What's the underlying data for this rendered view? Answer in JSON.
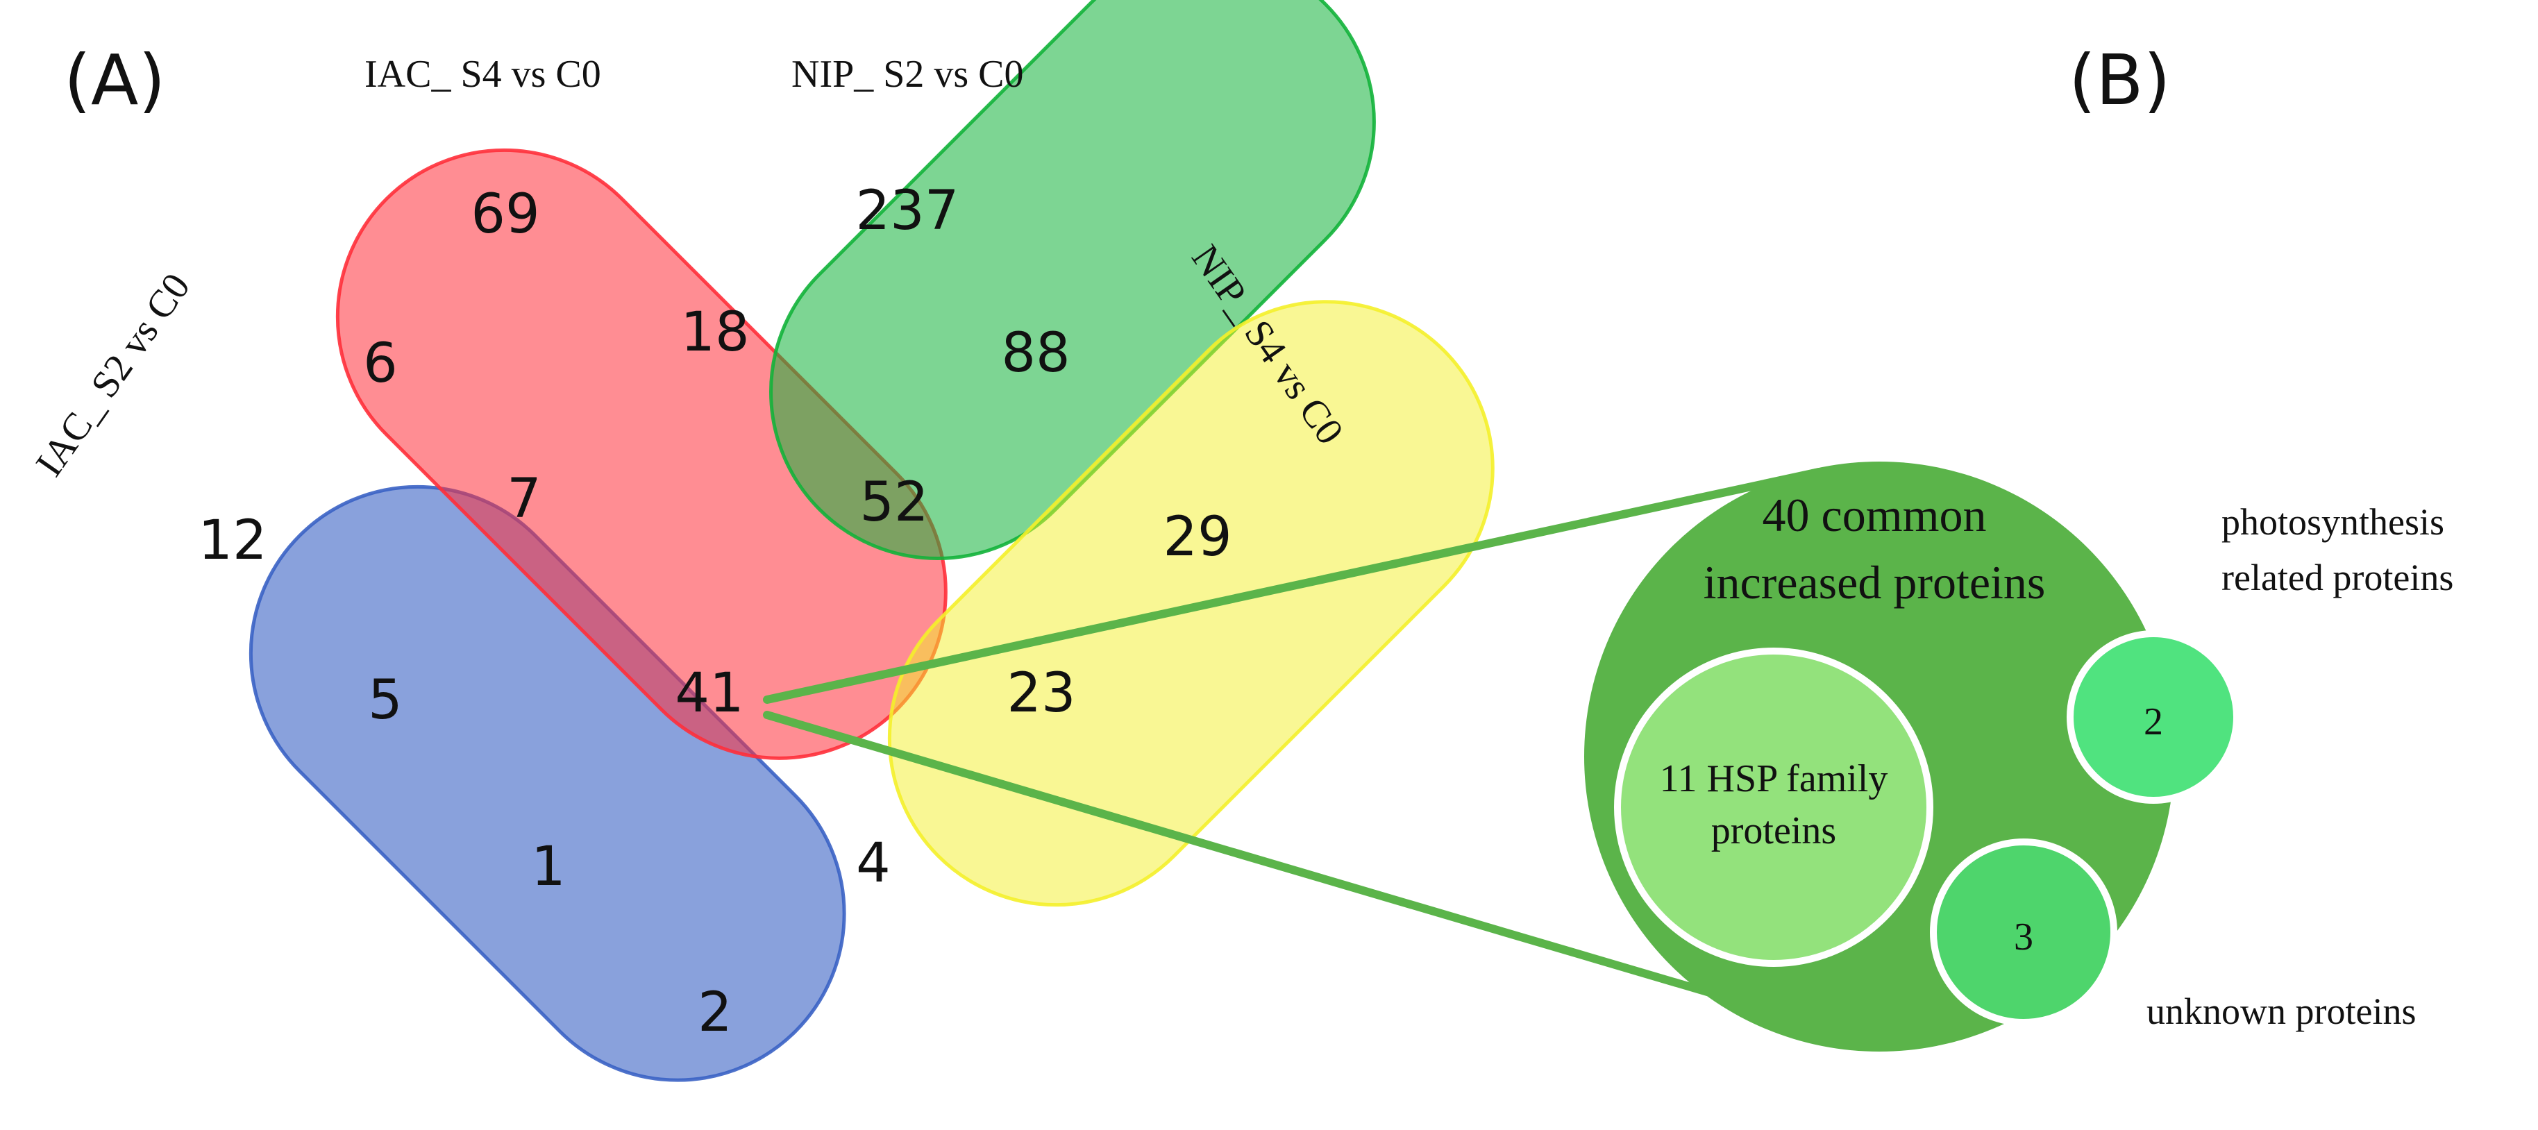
{
  "panels": {
    "a": "(A)",
    "b": "(B)"
  },
  "venn": {
    "set_labels": {
      "iac_s2": "IAC_ S2 vs C0",
      "iac_s4": "IAC_ S4 vs C0",
      "nip_s2": "NIP_ S2 vs C0",
      "nip_s4": "NIP_ S4 vs C0"
    },
    "colors": {
      "iac_s2": "#3a62c4",
      "iac_s4": "#ff2f3a",
      "nip_s2": "#12b33a",
      "nip_s4": "#f4f02a"
    },
    "counts": {
      "iac_s4_only": "69",
      "nip_s2_only": "237",
      "iac_s2_s4": "6",
      "iac_s4_nip_s2": "18",
      "nip_s2_s4": "88",
      "iac_s2_only": "12",
      "iac_s2_s4_nip_s2": "7",
      "iac_s4_nip_s2_s4": "52",
      "nip_s4_only": "29",
      "iac_s2_nip_s2": "5",
      "all_four": "41",
      "iac_s4_nip_s4": "23",
      "iac_s2_nip_s2_s4": "1",
      "iac_s2_s4_nip_s4": "4",
      "iac_s2_nip_s4": "2"
    }
  },
  "detail": {
    "title_line1": "40 common",
    "title_line2": "increased proteins",
    "hsp_line1": "11 HSP family",
    "hsp_line2": "proteins",
    "photo_count": "2",
    "unknown_count": "3",
    "photo_label_line1": "photosynthesis",
    "photo_label_line2": "related proteins",
    "unknown_label": "unknown  proteins",
    "colors": {
      "big_circle": "#5bb44a",
      "hsp_circle": "#93e27c",
      "photo_circle": "#50e37f",
      "unknown_circle": "#4ed56c",
      "connector": "#5bb44a"
    }
  }
}
